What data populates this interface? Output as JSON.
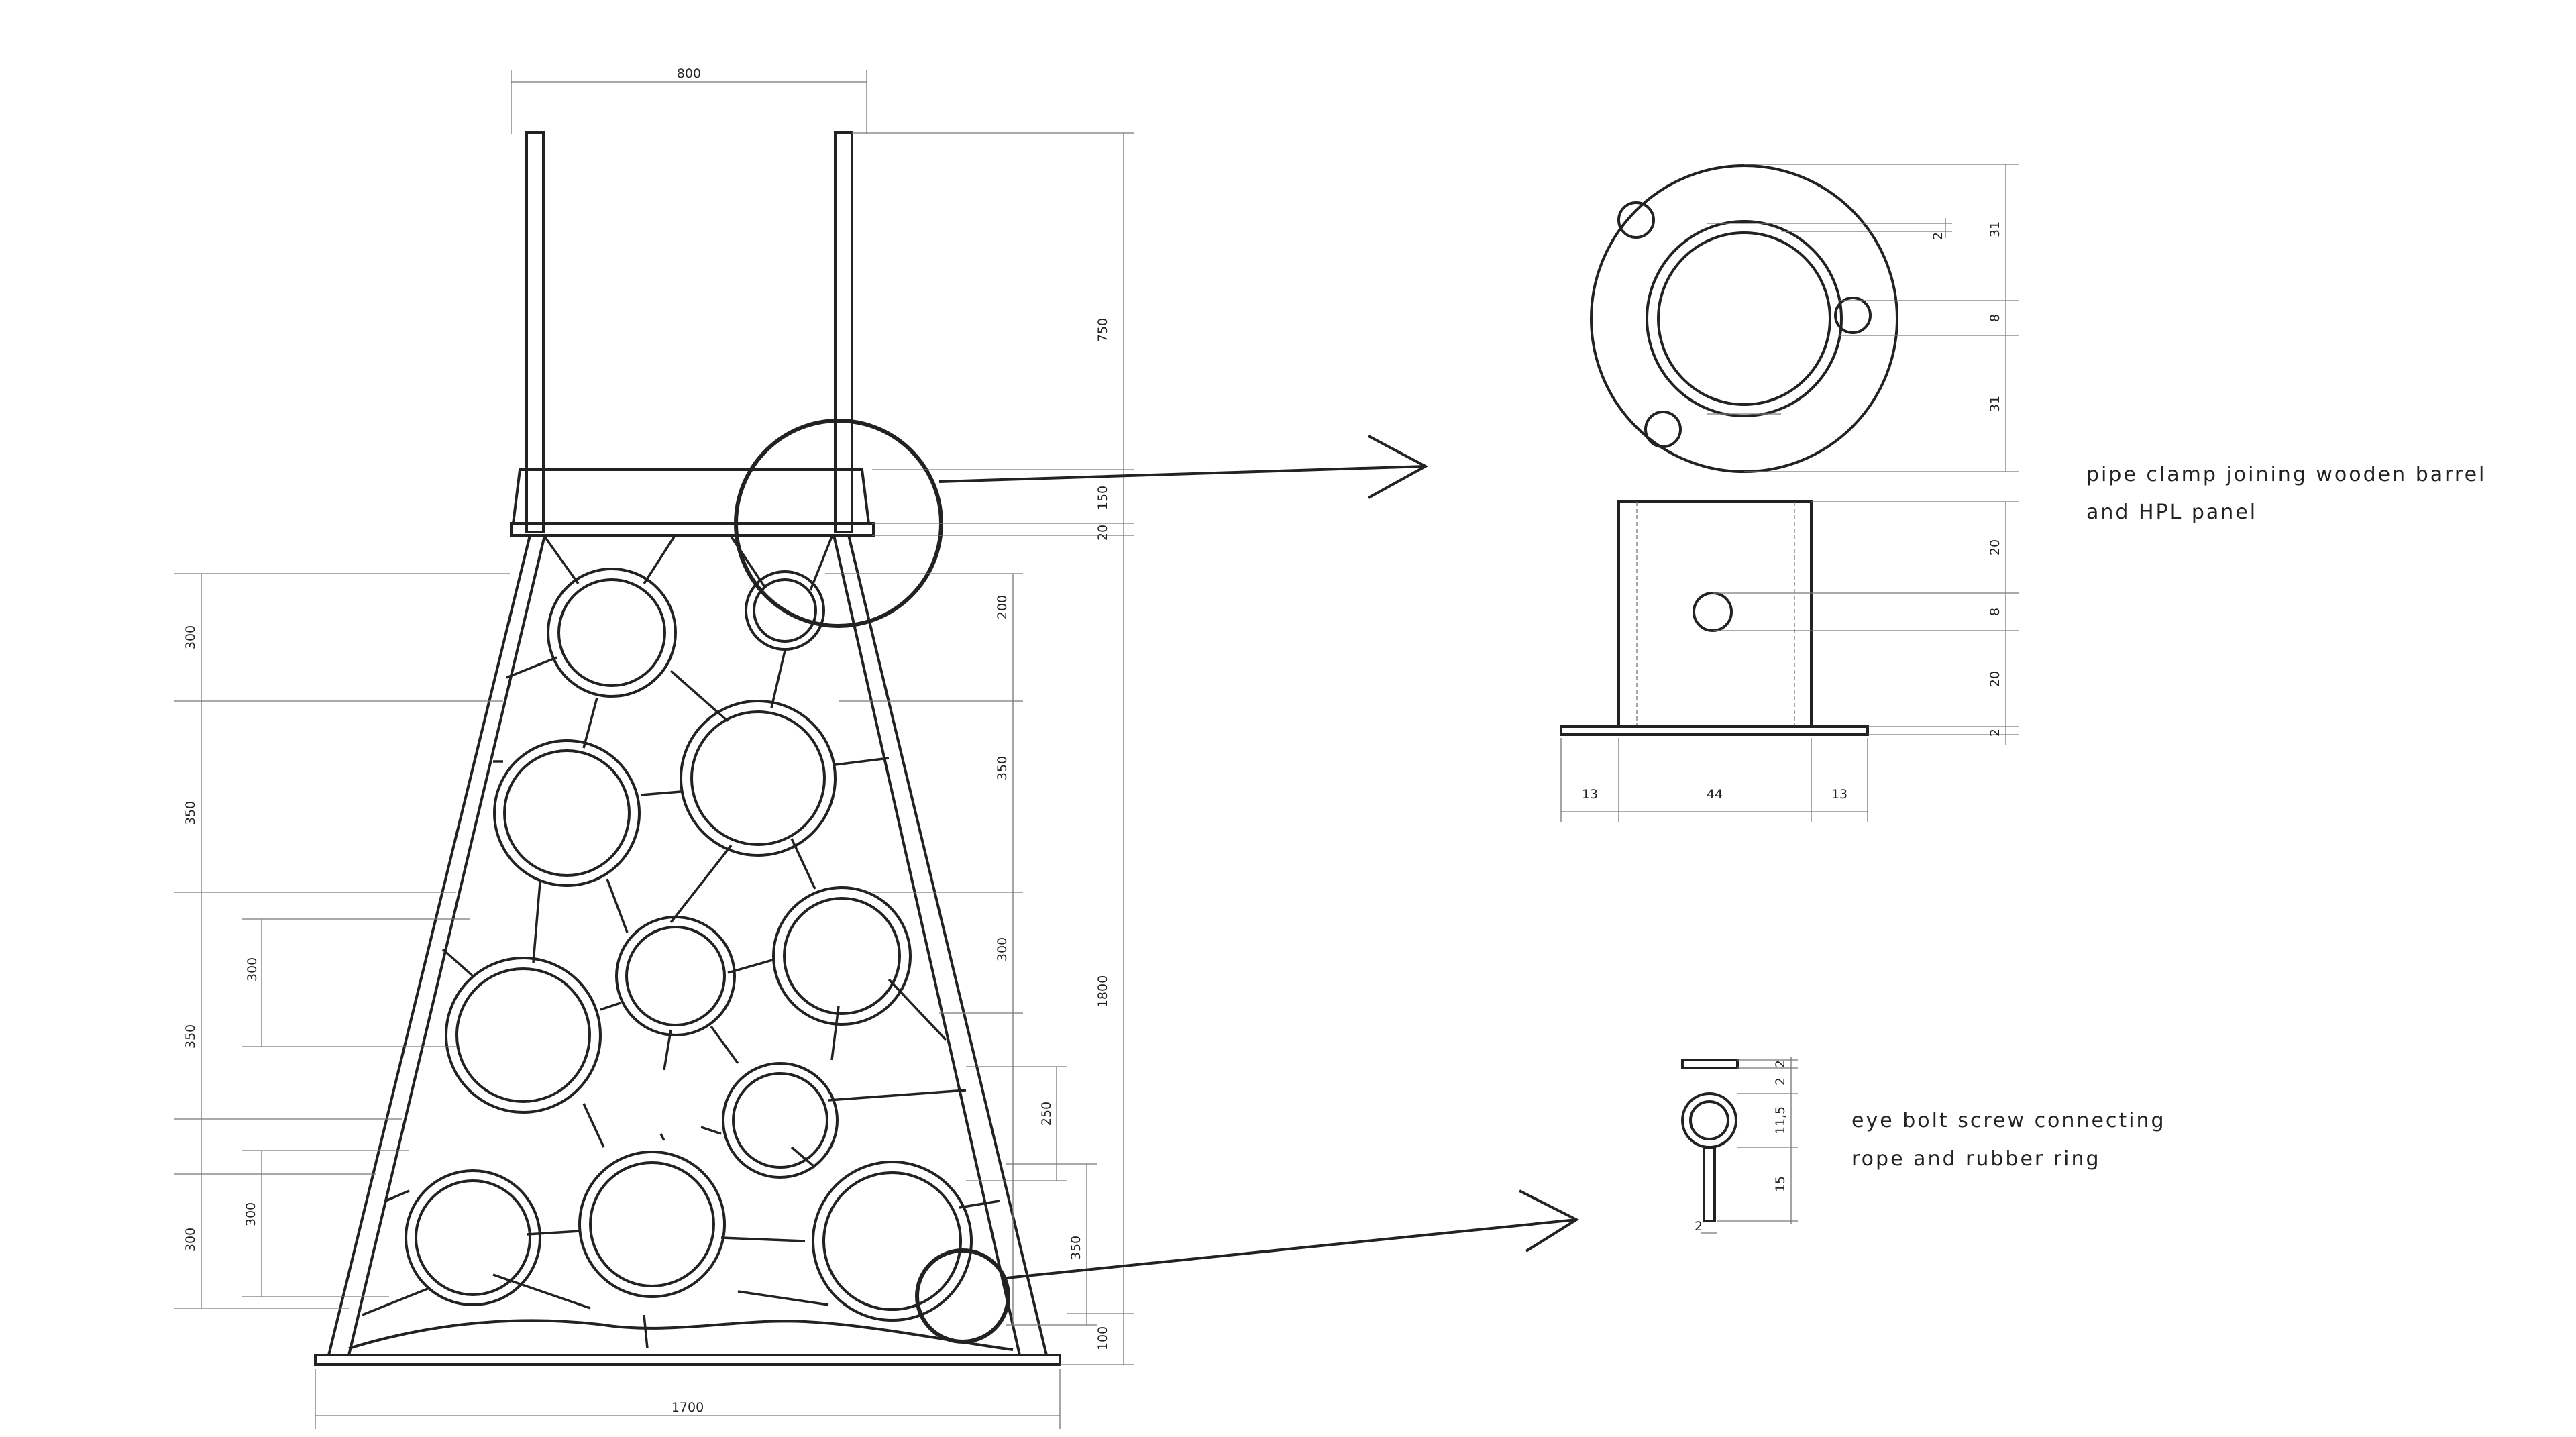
{
  "drawing": {
    "tower": {
      "dimensions": {
        "top_width": "800",
        "post_height": "750",
        "platform_height": "150",
        "platform_plate": "20",
        "total_height": "1800",
        "bottom_width": "1700",
        "base_height": "100",
        "left_row_1": "300",
        "left_row_2": "350",
        "left_row_3": "350",
        "left_row_4": "300",
        "inner_left_1": "300",
        "inner_left_2": "300",
        "right_1": "200",
        "right_2": "350",
        "right_3": "300",
        "right_4": "250",
        "right_5": "350"
      }
    },
    "pipe_clamp": {
      "label_line1": "pipe clamp joining wooden barrel",
      "label_line2": "and HPL panel",
      "top_view_dims": {
        "gap": "2",
        "upper": "31",
        "middle": "8",
        "lower": "31"
      },
      "side_view_dims": {
        "upper": "20",
        "hole": "8",
        "lower": "20",
        "plate": "2"
      },
      "width_dims": {
        "left": "13",
        "center": "44",
        "right": "13"
      }
    },
    "eye_bolt": {
      "label_line1": "eye bolt screw connecting",
      "label_line2": "rope and rubber ring",
      "dims": {
        "washer": "2",
        "gap": "2",
        "eye": "11,5",
        "shank": "15",
        "thread": "2"
      }
    }
  }
}
